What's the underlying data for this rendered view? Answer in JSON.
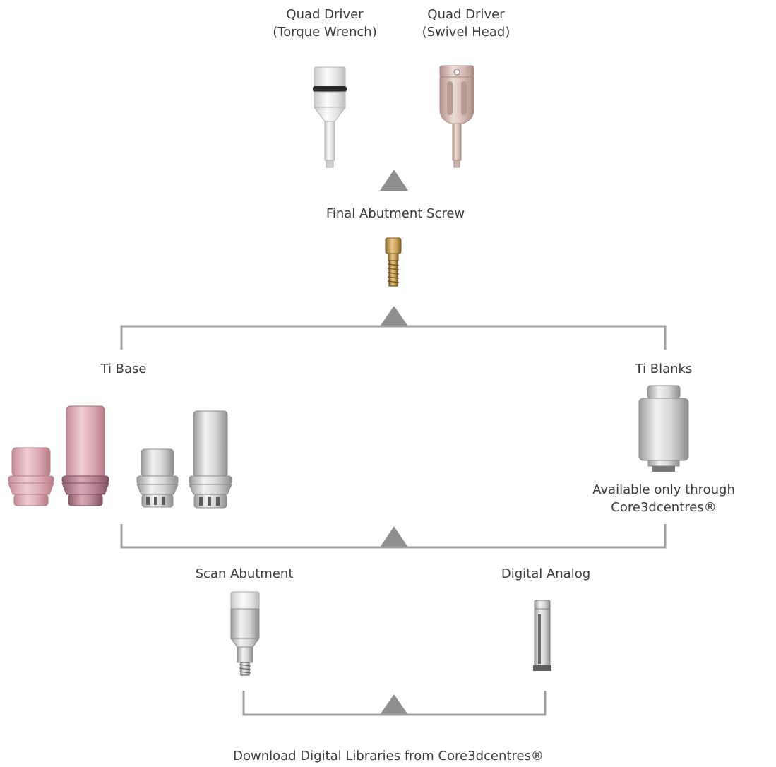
{
  "tools": {
    "driver_torque": {
      "line1": "Quad Driver",
      "line2": "(Torque Wrench)"
    },
    "driver_swivel": {
      "line1": "Quad Driver",
      "line2": "(Swivel Head)"
    }
  },
  "final_screw": {
    "label": "Final Abutment Screw"
  },
  "restorative": {
    "ti_base": {
      "label": "Ti Base"
    },
    "ti_blanks": {
      "label": "Ti Blanks",
      "note_line1": "Available only through",
      "note_line2": "Core3dcentres®"
    }
  },
  "digital": {
    "scan_abutment": {
      "label": "Scan Abutment"
    },
    "digital_analog": {
      "label": "Digital Analog"
    }
  },
  "footer": {
    "text": "Download Digital Libraries from Core3dcentres®"
  },
  "colors": {
    "connector": "#a0a0a0",
    "arrow": "#8f8f8f",
    "pink": "#d9a3aa",
    "titanium": "#c8c8c8",
    "gold": "#c9a25a"
  }
}
